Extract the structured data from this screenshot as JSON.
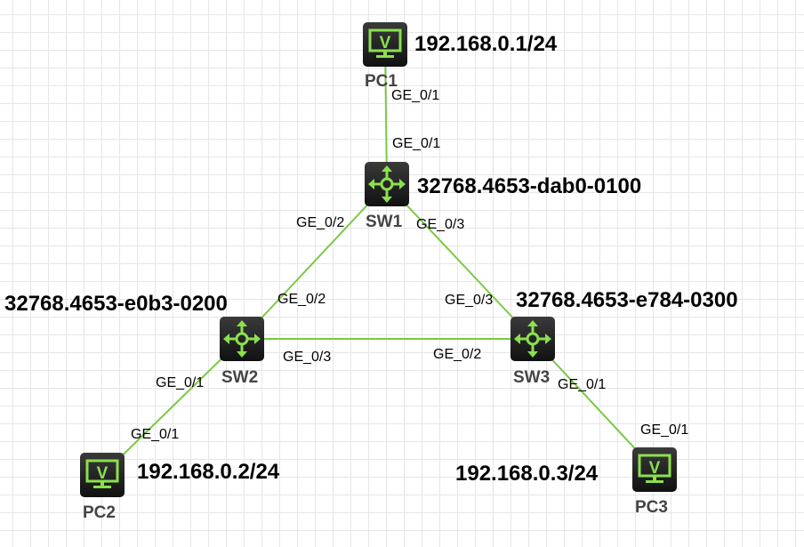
{
  "nodes": {
    "pc1": {
      "name": "PC1",
      "info": "192.168.0.1/24"
    },
    "pc2": {
      "name": "PC2",
      "info": "192.168.0.2/24"
    },
    "pc3": {
      "name": "PC3",
      "info": "192.168.0.3/24"
    },
    "sw1": {
      "name": "SW1",
      "info": "32768.4653-dab0-0100"
    },
    "sw2": {
      "name": "SW2",
      "info": "32768.4653-e0b3-0200"
    },
    "sw3": {
      "name": "SW3",
      "info": "32768.4653-e784-0300"
    }
  },
  "ports": {
    "pc1_sw1_a": "GE_0/1",
    "pc1_sw1_b": "GE_0/1",
    "sw1_sw2_a": "GE_0/2",
    "sw1_sw2_b": "GE_0/2",
    "sw1_sw3_a": "GE_0/3",
    "sw1_sw3_b": "GE_0/3",
    "sw2_sw3_a": "GE_0/3",
    "sw2_sw3_b": "GE_0/2",
    "sw2_pc2_a": "GE_0/1",
    "sw2_pc2_b": "GE_0/1",
    "sw3_pc3_a": "GE_0/1",
    "sw3_pc3_b": "GE_0/1"
  },
  "colors": {
    "link": "#7ac943",
    "icon": "#8be04e"
  }
}
